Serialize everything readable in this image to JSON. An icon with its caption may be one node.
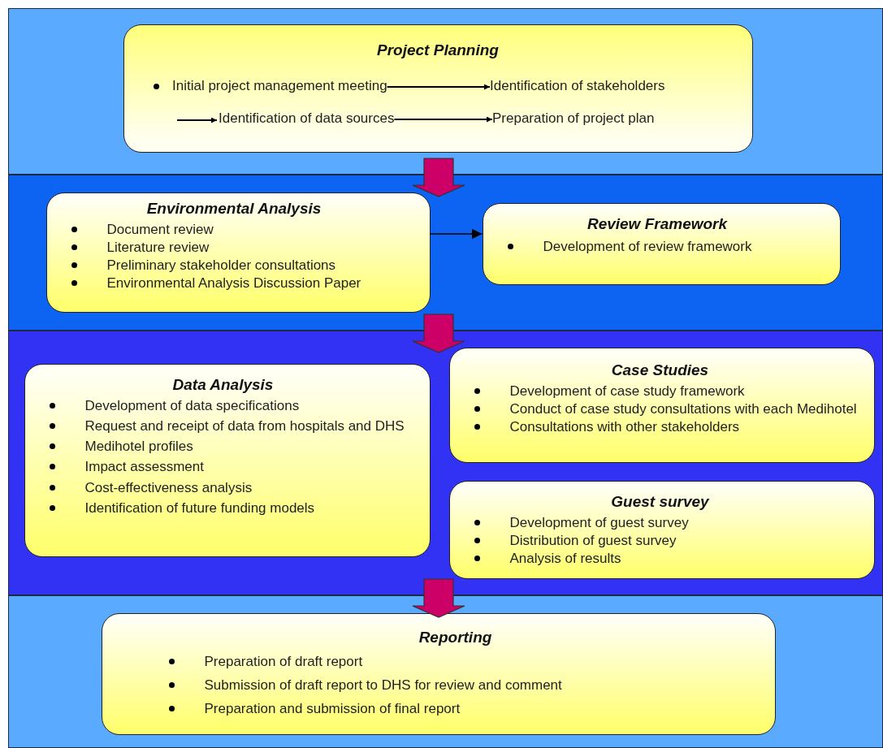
{
  "diagram": {
    "nodes": [
      {
        "text": [],
        "shape": "band"
      },
      {
        "text": [
          "Project Planning"
        ],
        "in": 0
      },
      {
        "text": [
          "Initial project management meeting"
        ],
        "in": 1
      },
      {
        "text": [
          "Identification of stakeholders"
        ],
        "in": 1
      },
      {
        "text": [
          "Identification of data sources"
        ],
        "in": 1
      },
      {
        "text": [
          "Preparation of project plan"
        ],
        "in": 1
      },
      {
        "text": [],
        "shape": "band"
      },
      {
        "text": [
          "Environmental Analysis",
          "Document review",
          "Literature review",
          "Preliminary stakeholder consultations",
          "Environmental Analysis Discussion Paper"
        ],
        "in": 6
      },
      {
        "text": [
          "Review Framework",
          "Development of review framework"
        ],
        "in": 6
      },
      {
        "text": [],
        "shape": "band"
      },
      {
        "text": [
          "Data Analysis",
          "Development of data specifications",
          "Request and receipt of data from hospitals and DHS",
          "Medihotel profiles",
          "Impact assessment",
          "Cost-effectiveness analysis",
          "Identification of future funding models"
        ],
        "in": 9
      },
      {
        "text": [
          "Case Studies",
          "Development of case study framework",
          "Conduct of case study consultations with each Medihotel",
          "Consultations with other stakeholders"
        ],
        "in": 9
      },
      {
        "text": [
          "Guest survey",
          "Development of guest survey",
          "Distribution of guest survey",
          "Analysis of results"
        ],
        "in": 9
      },
      {
        "text": [],
        "shape": "band"
      },
      {
        "text": [
          "Reporting",
          "Preparation of draft report",
          "Submission of draft report to DHS for review and comment",
          "Preparation and submission of final report"
        ],
        "in": 13
      }
    ],
    "edges": [
      {
        "from": 2,
        "to": 3,
        "arrow": "to"
      },
      {
        "from": null,
        "to": 4,
        "arrow": "to"
      },
      {
        "from": 4,
        "to": 5,
        "arrow": "to"
      },
      {
        "from": 0,
        "to": 6,
        "arrow": "to",
        "style": "thick",
        "color": "#cc0066"
      },
      {
        "from": 7,
        "to": 8,
        "arrow": "to"
      },
      {
        "from": 6,
        "to": 9,
        "arrow": "to",
        "style": "thick",
        "color": "#cc0066"
      },
      {
        "from": 9,
        "to": 13,
        "arrow": "to",
        "style": "thick",
        "color": "#cc0066"
      }
    ]
  }
}
